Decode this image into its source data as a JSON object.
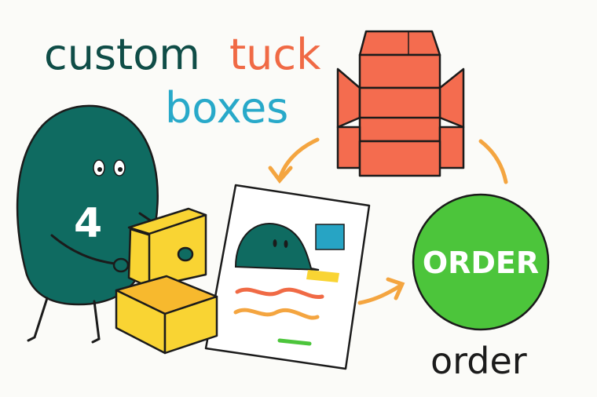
{
  "title": {
    "word1": "custom",
    "word2": "tuck",
    "word3": "boxes"
  },
  "mascot": {
    "number": "4"
  },
  "order_button": {
    "label": "ORDER"
  },
  "caption": "order",
  "icons": {
    "box_template": "box-template-icon",
    "open_box": "open-box-icon",
    "artwork_sheet": "artwork-sheet-icon",
    "order": "order-button"
  },
  "colors": {
    "title_dark": "#0f4d47",
    "title_orange": "#f06a45",
    "title_blue": "#28a9c9",
    "mascot_green": "#0f6b61",
    "order_green": "#4cc53b",
    "box_yellow": "#f9d433",
    "template_orange": "#f46c4f",
    "arrow_orange": "#f4a540",
    "artwork_blue": "#27a4c4",
    "outline": "#1b1b1b"
  }
}
